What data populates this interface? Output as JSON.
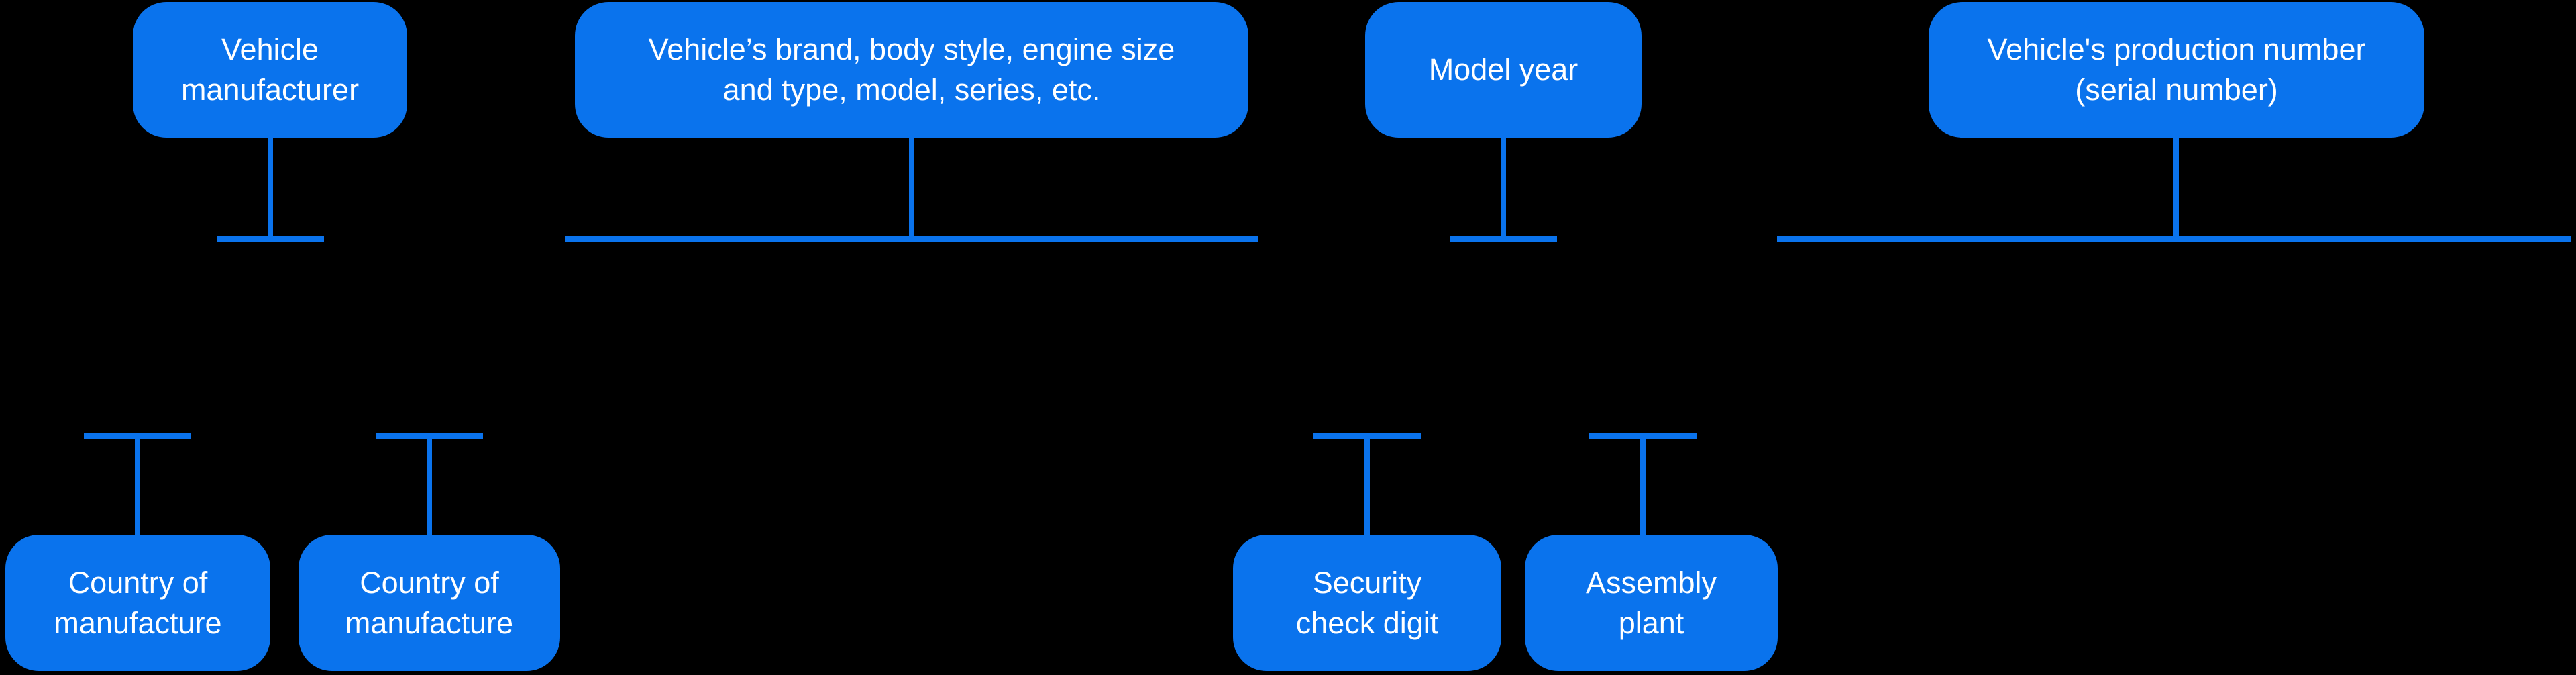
{
  "colors": {
    "background": "#000000",
    "box_fill": "#0a73ed",
    "connector": "#0a73ed",
    "label_text": "#ffffff"
  },
  "diagram": {
    "top_nodes": [
      {
        "label": "Vehicle\nmanufacturer"
      },
      {
        "label": "Vehicle’s brand, body style, engine size\nand type, model, series, etc."
      },
      {
        "label": "Model year"
      },
      {
        "label": "Vehicle's production number\n(serial number)"
      }
    ],
    "bottom_nodes": [
      {
        "label": "Country of\nmanufacture"
      },
      {
        "label": "Country of\nmanufacture"
      },
      {
        "label": "Security\ncheck digit"
      },
      {
        "label": "Assembly\nplant"
      }
    ]
  }
}
